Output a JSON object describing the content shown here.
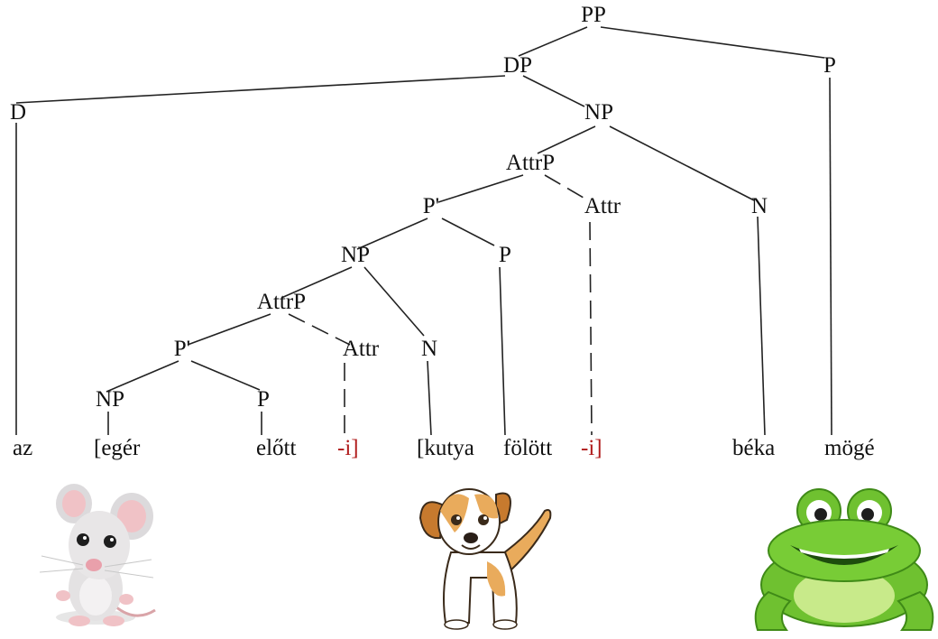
{
  "tree": {
    "nodes": {
      "pp": "PP",
      "dp": "DP",
      "p_top": "P",
      "d": "D",
      "np_main": "NP",
      "attrp_outer": "AttrP",
      "pbar_outer": "P'",
      "attr_outer": "Attr",
      "n_beka": "N",
      "np_inner": "NP",
      "p_folott": "P",
      "attrp_inner": "AttrP",
      "n_kutya": "N",
      "pbar_inner": "P'",
      "attr_inner": "Attr",
      "np_eger": "NP",
      "p_elott": "P"
    },
    "words": {
      "az": "az",
      "eger": "[egér",
      "elott": "előtt",
      "suffix1": "-i]",
      "kutya": "[kutya",
      "folott": "fölött",
      "suffix2": "-i]",
      "beka": "béka",
      "moge": "mögé"
    },
    "colors": {
      "suffix": "#b01c1c",
      "ink": "#111111"
    }
  },
  "illustrations": {
    "mouse": "mouse-illustration",
    "dog": "dog-illustration",
    "frog": "frog-illustration"
  }
}
